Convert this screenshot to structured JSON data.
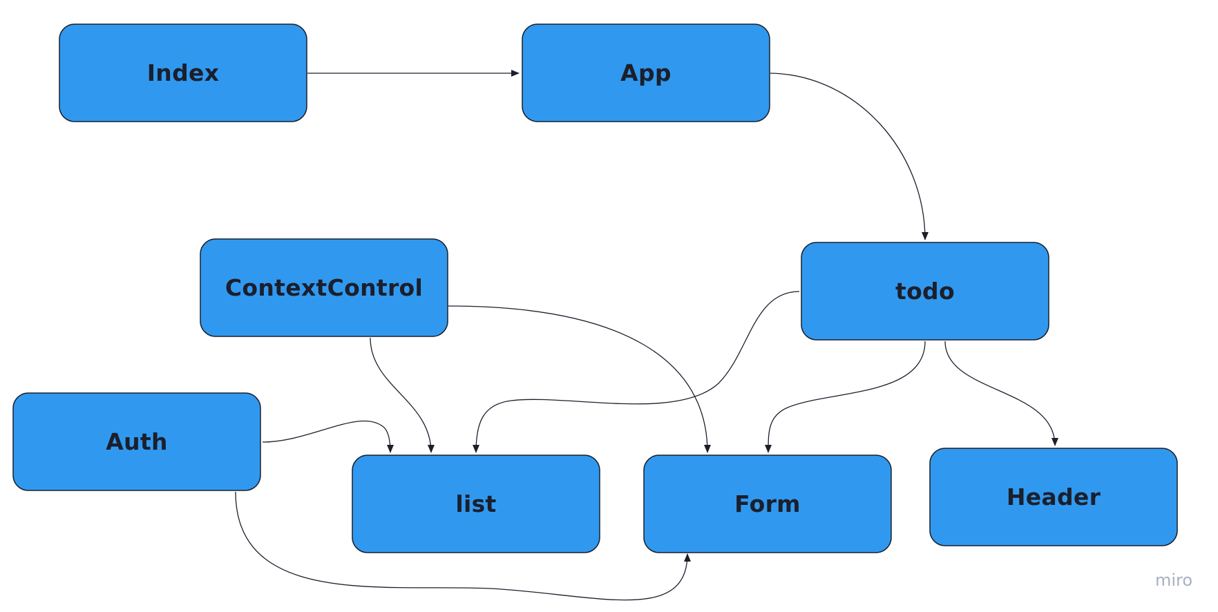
{
  "diagram": {
    "nodes": [
      {
        "id": "index",
        "label": "Index"
      },
      {
        "id": "app",
        "label": "App"
      },
      {
        "id": "todo",
        "label": "todo"
      },
      {
        "id": "contextcontrol",
        "label": "ContextControl"
      },
      {
        "id": "auth",
        "label": "Auth"
      },
      {
        "id": "list",
        "label": "list"
      },
      {
        "id": "form",
        "label": "Form"
      },
      {
        "id": "header",
        "label": "Header"
      }
    ],
    "edges": [
      {
        "from": "Index",
        "to": "App"
      },
      {
        "from": "App",
        "to": "todo"
      },
      {
        "from": "ContextControl",
        "to": "list"
      },
      {
        "from": "ContextControl",
        "to": "Form"
      },
      {
        "from": "todo",
        "to": "list"
      },
      {
        "from": "todo",
        "to": "Form"
      },
      {
        "from": "todo",
        "to": "Header"
      },
      {
        "from": "Auth",
        "to": "list"
      },
      {
        "from": "Auth",
        "to": "Form"
      }
    ],
    "colors": {
      "node_fill": "#3099ef",
      "node_stroke": "#1b1f2c",
      "edge": "#1b1f2c",
      "text": "#1b1f2c"
    }
  },
  "watermark": "miro"
}
